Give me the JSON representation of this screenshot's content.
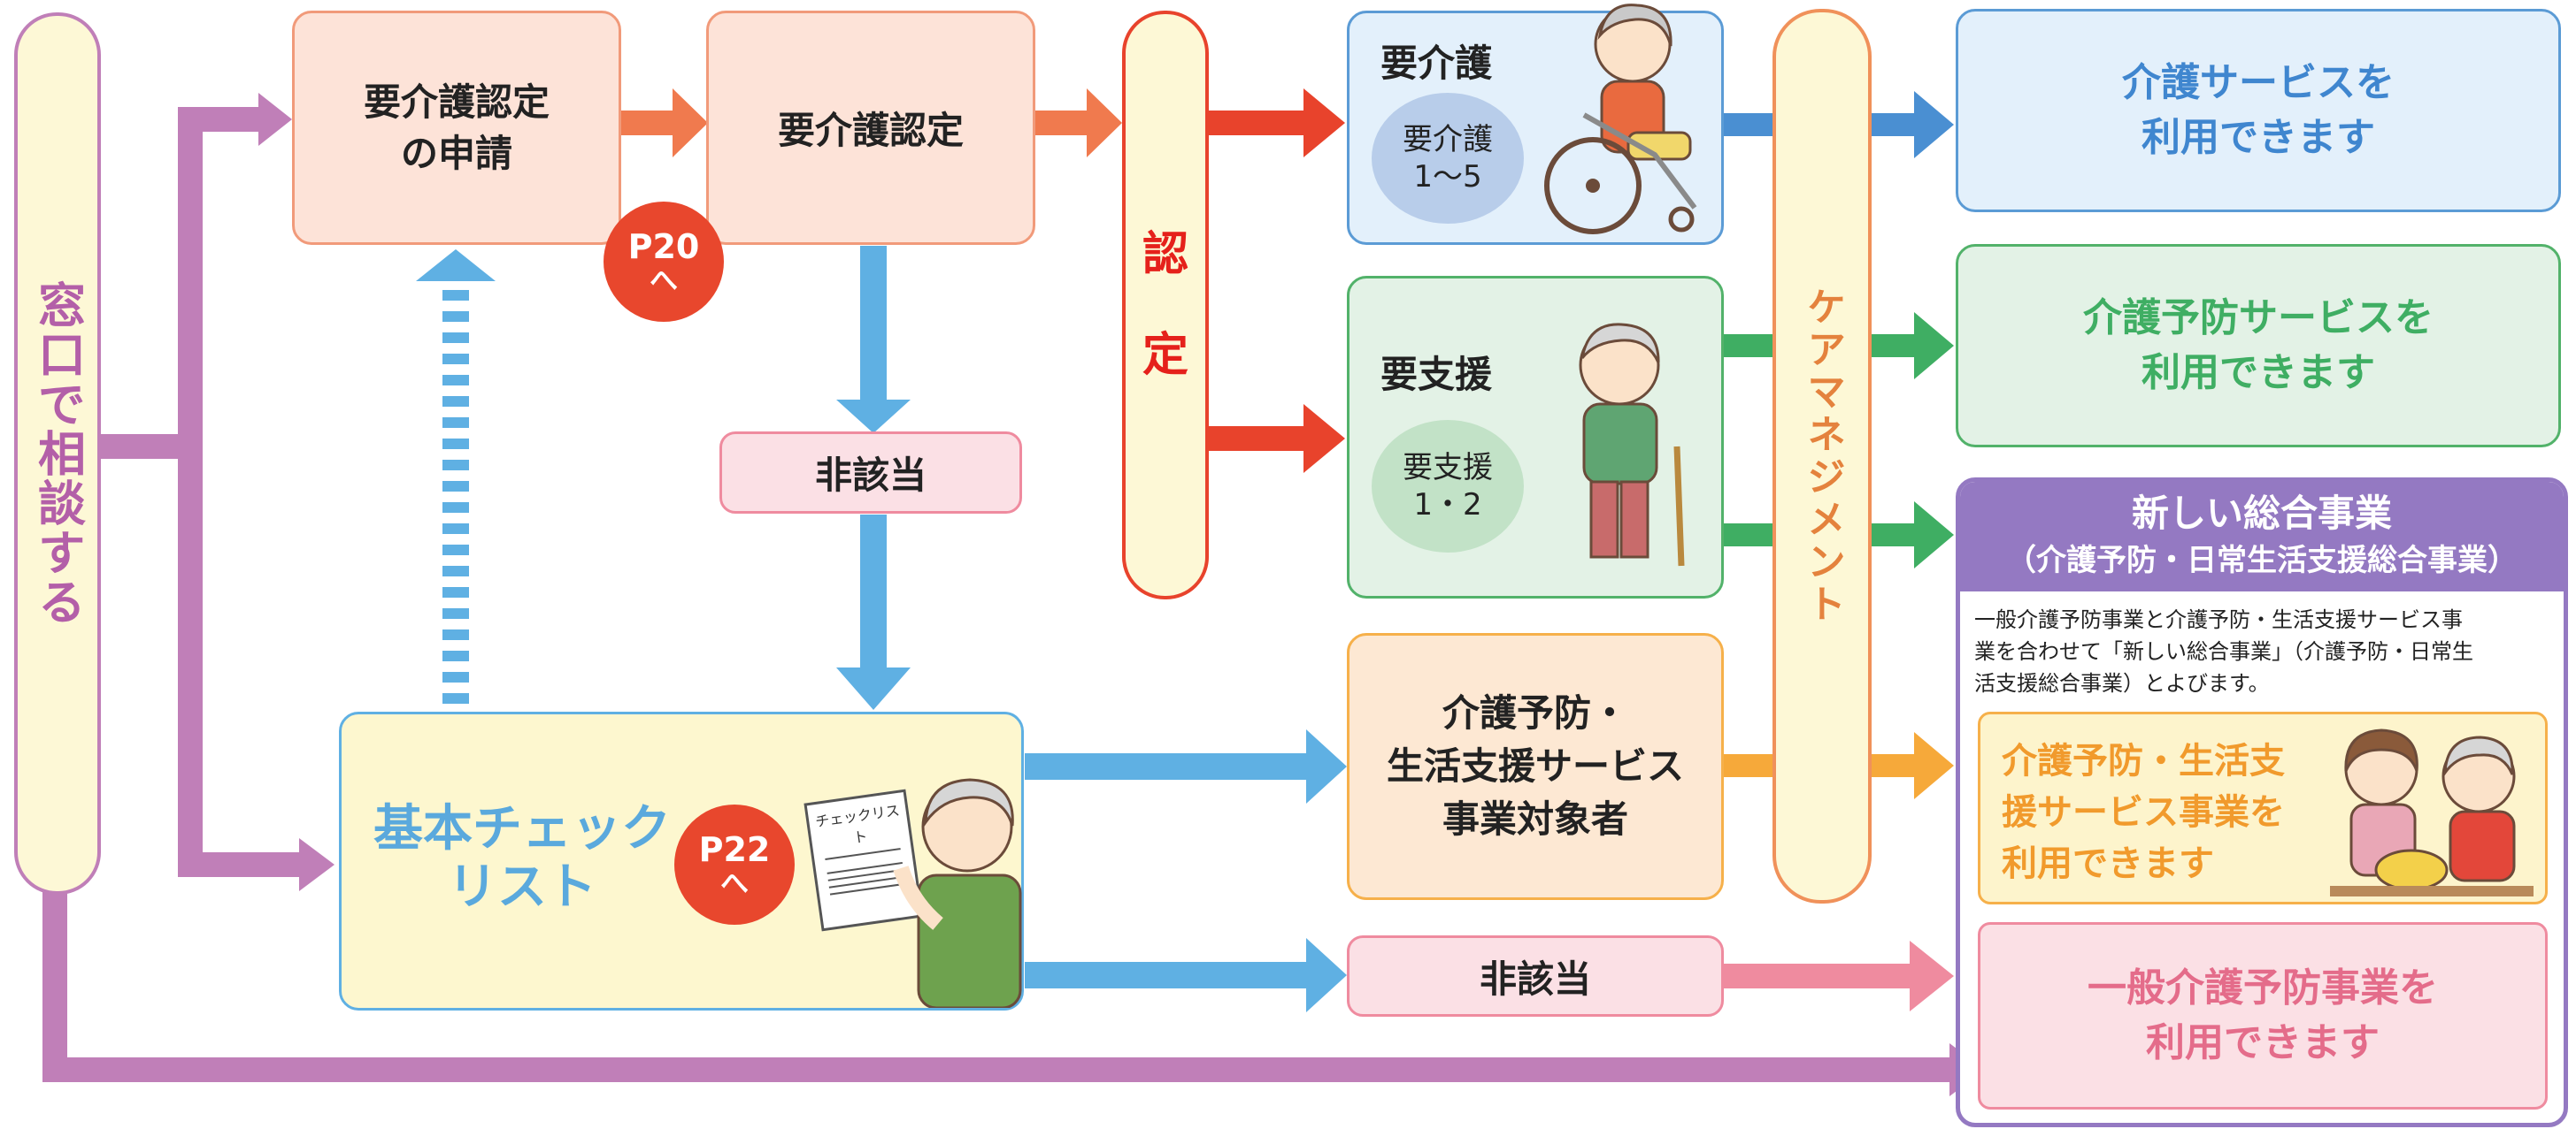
{
  "consult": {
    "label": "窓口で相談する"
  },
  "application": {
    "line1": "要介護認定",
    "line2": "の申請"
  },
  "certification": {
    "label": "要介護認定"
  },
  "p20": {
    "page": "P20",
    "suffix": "へ"
  },
  "p22": {
    "page": "P22",
    "suffix": "へ"
  },
  "not_applicable_top": {
    "label": "非該当"
  },
  "nintei": {
    "char1": "認",
    "char2": "定"
  },
  "care_needed": {
    "title": "要介護",
    "oval_line1": "要介護",
    "oval_line2": "1〜5"
  },
  "support_needed": {
    "title": "要支援",
    "oval_line1": "要支援",
    "oval_line2": "1・2"
  },
  "care_management": {
    "label": "ケアマネジメント"
  },
  "checklist": {
    "line1": "基本チェック",
    "line2": "リスト",
    "paper_text": "チェックリスト"
  },
  "target": {
    "line1": "介護予防・",
    "line2": "生活支援サービス",
    "line3": "事業対象者"
  },
  "not_applicable_bottom": {
    "label": "非該当"
  },
  "result_care": {
    "line1": "介護サービスを",
    "line2": "利用できます"
  },
  "result_prevention": {
    "line1": "介護予防サービスを",
    "line2": "利用できます"
  },
  "new_program": {
    "title": "新しい総合事業",
    "subtitle": "（介護予防・日常生活支援総合事業）",
    "desc_line1": "一般介護予防事業と介護予防・生活支援サービス事",
    "desc_line2": "業を合わせて「新しい総合事業」（介護予防・日常生",
    "desc_line3": "活支援総合事業）とよびます。",
    "service_line1": "介護予防・生活支",
    "service_line2": "援サービス事業を",
    "service_line3": "利用できます",
    "general_line1": "一般介護予防事業を",
    "general_line2": "利用できます"
  },
  "colors": {
    "purple": "#c07fb8",
    "orange_arrow": "#f07a4e",
    "red_arrow": "#e8432c",
    "blue_arrow": "#4a8fd2",
    "light_blue_arrow": "#5fb0e3",
    "green_arrow": "#3fae63",
    "yellow_arrow": "#f6a93a",
    "pink_arrow": "#ef8b9f",
    "badge_red": "#e8472d"
  }
}
